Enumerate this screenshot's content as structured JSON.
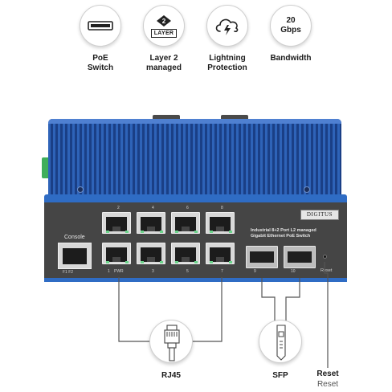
{
  "features": [
    {
      "label": "PoE\nSwitch",
      "icon": "switch-icon"
    },
    {
      "label": "Layer 2\nmanaged",
      "icon": "layer-icon",
      "badge_number": "2",
      "badge_text": "LAYER"
    },
    {
      "label": "Lightning\nProtection",
      "icon": "cloud-lightning-icon"
    },
    {
      "label": "Bandwidth",
      "icon": "bandwidth-icon",
      "value": "20\nGbps"
    }
  ],
  "device": {
    "brand": "DIGITUS",
    "description": "Industrial 8+2 Port L2 managed\nGigabit Ethernet PoE Switch",
    "console_label": "Console",
    "console_sub": "F1   F2",
    "port_top_labels": [
      "2",
      "4",
      "6",
      "8"
    ],
    "port_bottom_labels": [
      "1",
      "3",
      "5",
      "7"
    ],
    "port_bottom_first_extra": "PWR",
    "sfp_labels": [
      "9",
      "10"
    ],
    "reset_label": "Reset"
  },
  "callouts": {
    "rj45": "RJ45",
    "sfp": "SFP",
    "reset": "Reset",
    "reset_secondary": "Reset"
  },
  "colors": {
    "heatsink_blue": "#2e63b8",
    "front_panel": "#454545",
    "led_green": "#6bd38a"
  }
}
